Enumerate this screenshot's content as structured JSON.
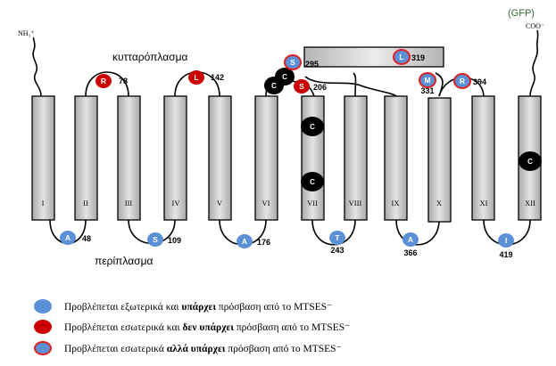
{
  "labels": {
    "nterm": "NH₃⁺",
    "cterm": "COO⁻",
    "gfp": "(GFP)",
    "cytoplasm": "κυτταρόπλασμα",
    "periplasm": "περίπλασμα"
  },
  "helices": [
    "I",
    "II",
    "III",
    "IV",
    "V",
    "VI",
    "VII",
    "VIII",
    "IX",
    "X",
    "XI",
    "XII"
  ],
  "cysteine_label": "C",
  "residues": [
    {
      "aa": "R",
      "num": "78",
      "type": "inside"
    },
    {
      "aa": "L",
      "num": "142",
      "type": "inside"
    },
    {
      "aa": "S",
      "num": "295",
      "type": "inside-accessible"
    },
    {
      "aa": "S",
      "num": "206",
      "type": "inside"
    },
    {
      "aa": "L",
      "num": "319",
      "type": "inside-accessible"
    },
    {
      "aa": "M",
      "num": "331",
      "type": "inside-accessible"
    },
    {
      "aa": "R",
      "num": "394",
      "type": "inside-accessible"
    },
    {
      "aa": "A",
      "num": "48",
      "type": "outside"
    },
    {
      "aa": "S",
      "num": "109",
      "type": "outside"
    },
    {
      "aa": "A",
      "num": "176",
      "type": "outside"
    },
    {
      "aa": "T",
      "num": "243",
      "type": "outside"
    },
    {
      "aa": "A",
      "num": "366",
      "type": "outside"
    },
    {
      "aa": "I",
      "num": "419",
      "type": "outside"
    }
  ],
  "legend": [
    {
      "text_pre": "Προβλέπεται εξωτερικά και ",
      "text_bold": "υπάρχει",
      "text_post": " πρόσβαση από το MTSES⁻",
      "type": "outside"
    },
    {
      "text_pre": "Προβλέπεται εσωτερικά και ",
      "text_bold": "δεν υπάρχει",
      "text_post": " πρόσβαση από το MTSES⁻",
      "type": "inside"
    },
    {
      "text_pre": "Προβλέπεται εσωτερικά  ",
      "text_bold": "αλλά υπάρχει",
      "text_post": " πρόσβαση από το MTSES⁻",
      "type": "inside-accessible"
    }
  ],
  "colors": {
    "outside": "#5b8fd6",
    "inside": "#cc0000",
    "ring": "#e02020",
    "cysteine": "#000000",
    "gfp": "#2e6b2e",
    "helix_edge": "#9a9a9a",
    "helix_mid": "#dedede"
  }
}
